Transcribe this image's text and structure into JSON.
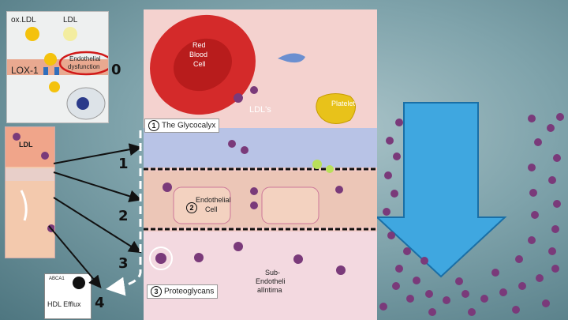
{
  "panel_topleft": {
    "oxldl": "ox.LDL",
    "ldl": "LDL",
    "lox1": "LOX-1",
    "endo_dys_line1": "Endothelial",
    "endo_dys_line2": "dysfunction",
    "number": "0"
  },
  "panel_left": {
    "ldl": "LDL",
    "hdl_efflux": "HDL Efflux",
    "hdl_top": "ABCA1",
    "numbers": [
      "1",
      "2",
      "3",
      "4"
    ]
  },
  "main": {
    "rbc_line1": "Red",
    "rbc_line2": "Blood",
    "rbc_line3": "Cell",
    "ldls": "LDL's",
    "platelet": "Platelet",
    "glycocalyx_num": "1",
    "glycocalyx": "The Glycocalyx",
    "endo_cell_num": "2",
    "endo_cell_line1": "Endothelial",
    "endo_cell_line2": "Cell",
    "proteo_num": "3",
    "proteoglycans": "Proteoglycans",
    "sub_line1": "Sub-",
    "sub_line2": "Endotheli",
    "sub_line3": "alIntima"
  },
  "colors": {
    "ldl_particle": "#7a3a7a",
    "arrow_blue": "#3fa7e0",
    "rbc": "#d42a2a",
    "platelet": "#e8c21a"
  }
}
